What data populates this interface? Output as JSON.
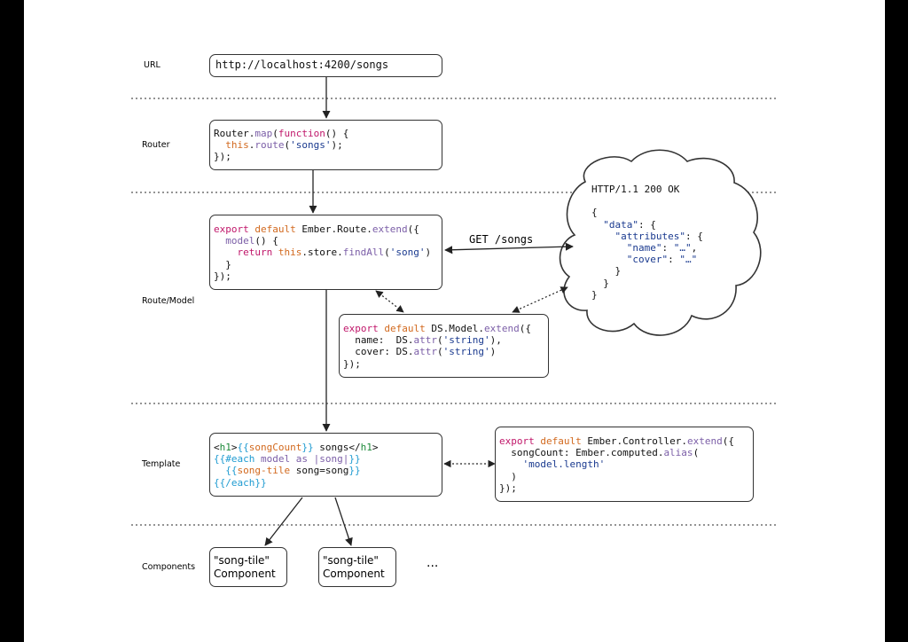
{
  "lanes": {
    "url": "URL",
    "router": "Router",
    "route_model": "Route/Model",
    "template": "Template",
    "components": "Components"
  },
  "url_box": {
    "text": "http://localhost:4200/songs"
  },
  "router_box": {
    "line1_a": "Router.",
    "line1_map": "map",
    "line1_b": "(",
    "line1_function": "function",
    "line1_c": "() {",
    "line2_this": "this",
    "line2_dot": ".",
    "line2_route": "route",
    "line2_open": "(",
    "line2_str": "'songs'",
    "line2_close": ");",
    "line3": "});"
  },
  "route_box": {
    "l1_export": "export",
    "l1_default": "default",
    "l1_rest": " Ember.Route.",
    "l1_extend": "extend",
    "l1_end": "({",
    "l2_model": "model",
    "l2_rest": "() {",
    "l3_return": "return",
    "l3_this": "this",
    "l3_store": ".store.",
    "l3_findall": "findAll",
    "l3_open": "(",
    "l3_str": "'song'",
    "l3_close": ")",
    "l4": "}",
    "l5": "});"
  },
  "model_box": {
    "l1_export": "export",
    "l1_default": "default",
    "l1_rest": " DS.Model.",
    "l1_extend": "extend",
    "l1_end": "({",
    "l2_key": "name:  DS.",
    "l2_attr": "attr",
    "l2_open": "(",
    "l2_str": "'string'",
    "l2_close": "),",
    "l3_key": "cover: DS.",
    "l3_attr": "attr",
    "l3_open": "(",
    "l3_str": "'string'",
    "l3_close": ")",
    "l4": "});"
  },
  "server": {
    "l1": "HTTP/1.1 200 OK",
    "l2": "{",
    "l3_key": "\"data\"",
    "l3_rest": ": {",
    "l4_key": "\"attributes\"",
    "l4_rest": ": {",
    "l5_key": "\"name\"",
    "l5_colon": ": ",
    "l5_val": "\"…\"",
    "l5_comma": ",",
    "l6_key": "\"cover\"",
    "l6_colon": ": ",
    "l6_val": "\"…\"",
    "l7": "}",
    "l8": "}",
    "l9": "}"
  },
  "get_label": "GET /songs",
  "template_box": {
    "l1_open": "<",
    "l1_h1": "h1",
    "l1_gt": ">",
    "l1_hb_open": "{{",
    "l1_var": "songCount",
    "l1_hb_close": "}}",
    "l1_text": " songs</",
    "l1_h1b": "h1",
    "l1_end": ">",
    "l2_open": "{{#each ",
    "l2_model": "model",
    "l2_as": " as ",
    "l2_song": "|song|",
    "l2_close": "}}",
    "l3_open": "{{",
    "l3_comp": "song-tile",
    "l3_attr": " song=song",
    "l3_close": "}}",
    "l4": "{{/each}}"
  },
  "controller_box": {
    "l1_export": "export",
    "l1_default": "default",
    "l1_rest": " Ember.Controller.",
    "l1_extend": "extend",
    "l1_end": "({",
    "l2_a": "songCount: Ember.computed.",
    "l2_alias": "alias",
    "l2_b": "(",
    "l3_str": "'model.length'",
    "l4": ")",
    "l5": "});"
  },
  "components": [
    {
      "line1": "\"song-tile\"",
      "line2": "Component"
    },
    {
      "line1": "\"song-tile\"",
      "line2": "Component"
    }
  ],
  "ellipsis": "..."
}
